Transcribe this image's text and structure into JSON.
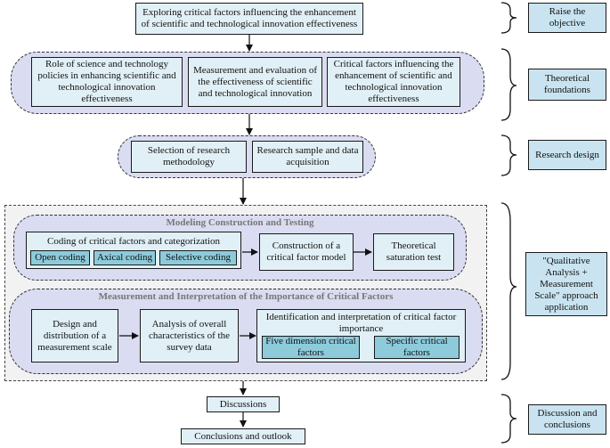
{
  "objective": "Exploring critical factors influencing the enhancement of scientific and technological innovation effectiveness",
  "theory": {
    "box1": "Role of science and technology policies in enhancing scientific and technological innovation effectiveness",
    "box2": "Measurement and evaluation of the effectiveness of scientific and technological innovation",
    "box3": "Critical factors influencing the enhancement of scientific and technological innovation effectiveness"
  },
  "design": {
    "box1": "Selection of research methodology",
    "box2": "Research sample and data acquisition"
  },
  "modeling": {
    "title": "Modeling Construction and Testing",
    "coding_title": "Coding of critical factors and categorization",
    "open": "Open coding",
    "axical": "Axical coding",
    "selective": "Selective coding",
    "model": "Construction of a critical factor model",
    "saturation": "Theoretical saturation test"
  },
  "measurement": {
    "title": "Measurement and Interpretation of the Importance of Critical Factors",
    "scale": "Design and distribution of a measurement scale",
    "analysis": "Analysis of overall characteristics of the survey data",
    "identification": "Identification and interpretation of critical factor importance",
    "five": "Five dimension critical factors",
    "specific": "Specific critical factors"
  },
  "discussions": "Discussions",
  "conclusions": "Conclusions and outlook",
  "labels": {
    "raise": "Raise the objective",
    "theoretical": "Theoretical foundations",
    "research": "Research design",
    "qualitative": "\"Qualitative Analysis + Measurement Scale\" approach application",
    "discussion": "Discussion and conclusions"
  }
}
